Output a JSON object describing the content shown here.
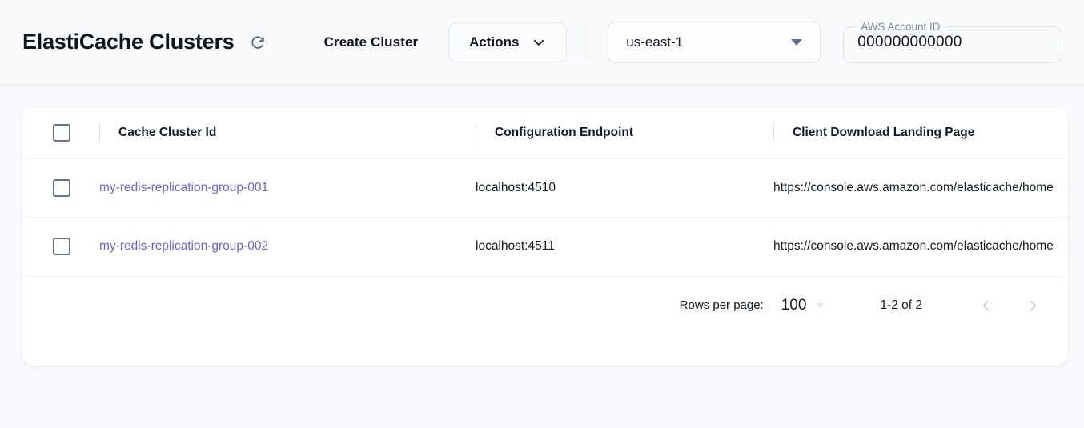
{
  "header": {
    "title": "ElastiCache Clusters",
    "refresh_icon": "refresh-icon",
    "create_cluster_label": "Create Cluster",
    "actions_label": "Actions",
    "actions_chevron_icon": "chevron-down-icon",
    "region": {
      "value": "us-east-1",
      "caret_icon": "caret-down-icon"
    },
    "account": {
      "legend": "AWS Account ID",
      "value": "000000000000",
      "placeholder": "AWS Account ID"
    }
  },
  "table": {
    "columns": [
      {
        "key": "select",
        "label": ""
      },
      {
        "key": "cluster_id",
        "label": "Cache Cluster Id"
      },
      {
        "key": "config_endpoint",
        "label": "Configuration Endpoint"
      },
      {
        "key": "landing_page",
        "label": "Client Download Landing Page"
      }
    ],
    "rows": [
      {
        "cluster_id": "my-redis-replication-group-001",
        "config_endpoint": "localhost:4510",
        "landing_page": "https://console.aws.amazon.com/elasticache/home"
      },
      {
        "cluster_id": "my-redis-replication-group-002",
        "config_endpoint": "localhost:4511",
        "landing_page": "https://console.aws.amazon.com/elasticache/home"
      }
    ]
  },
  "pagination": {
    "rows_per_page_label": "Rows per page:",
    "rows_per_page_value": "100",
    "range_label": "1-2 of 2",
    "prev_icon": "chevron-left-icon",
    "next_icon": "chevron-right-icon"
  },
  "colors": {
    "link": "#6f63d6",
    "page_bg": "#f7f9fc",
    "card_bg": "#ffffff",
    "checkbox_border": "#64748b",
    "muted": "#7b8da6"
  }
}
